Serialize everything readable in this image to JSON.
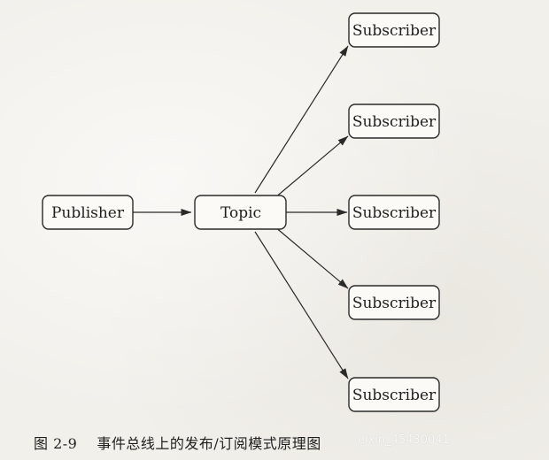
{
  "diagram": {
    "nodes": [
      {
        "id": "publisher",
        "label": "Publisher"
      },
      {
        "id": "topic",
        "label": "Topic"
      },
      {
        "id": "subscriber-1",
        "label": "Subscriber"
      },
      {
        "id": "subscriber-2",
        "label": "Subscriber"
      },
      {
        "id": "subscriber-3",
        "label": "Subscriber"
      },
      {
        "id": "subscriber-4",
        "label": "Subscriber"
      },
      {
        "id": "subscriber-5",
        "label": "Subscriber"
      }
    ],
    "edges": [
      {
        "from": "publisher",
        "to": "topic"
      },
      {
        "from": "topic",
        "to": "subscriber-1"
      },
      {
        "from": "topic",
        "to": "subscriber-2"
      },
      {
        "from": "topic",
        "to": "subscriber-3"
      },
      {
        "from": "topic",
        "to": "subscriber-4"
      },
      {
        "from": "topic",
        "to": "subscriber-5"
      }
    ]
  },
  "caption": {
    "number": "图 2-9",
    "text": "事件总线上的发布/订阅模式原理图"
  },
  "watermark": {
    "text": "eixin_45430041"
  },
  "colors": {
    "stroke": "#2a2a2a",
    "background": "#f2f0eb"
  }
}
